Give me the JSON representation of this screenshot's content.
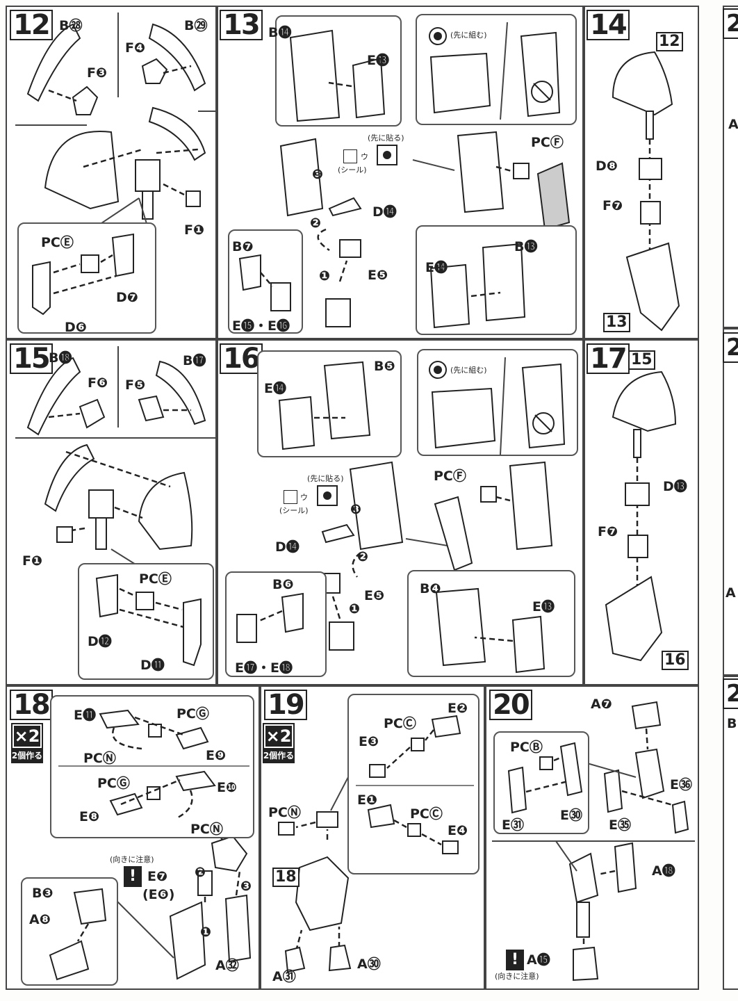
{
  "steps": {
    "s12": {
      "number": "12",
      "labels": {
        "b28": "B㉘",
        "b29": "B㉙",
        "f4": "F❹",
        "f3": "F❸",
        "f1": "F❶",
        "pce": "PCⒺ",
        "d7": "D❼",
        "d6": "D❻"
      }
    },
    "s13": {
      "number": "13",
      "labels": {
        "b14": "B⓮",
        "e13": "E⓭",
        "pcf": "PCⒻ",
        "d14": "D⓮",
        "b7": "B❼",
        "e5": "E❺",
        "e15e16": "E⓯・E⓰",
        "b13": "B⓭",
        "e14": "E⓮"
      },
      "notes": {
        "first_assemble": "(先に組む)",
        "first_stick": "(先に貼る)",
        "seal": "(シール)",
        "seal_letter": "ウ"
      },
      "order": {
        "n1": "❶",
        "n2": "❷",
        "n3": "❸"
      }
    },
    "s14": {
      "number": "14",
      "labels": {
        "d8": "D❽",
        "f7": "F❼"
      },
      "refs": {
        "top": "12",
        "bottom": "13"
      }
    },
    "s15": {
      "number": "15",
      "labels": {
        "b18": "B⓲",
        "b17": "B⓱",
        "f6": "F❻",
        "f5": "F❺",
        "f1": "F❶",
        "pce": "PCⒺ",
        "d12": "D⓬",
        "d11": "D⓫"
      }
    },
    "s16": {
      "number": "16",
      "labels": {
        "e14": "E⓮",
        "b5": "B❺",
        "pcf": "PCⒻ",
        "d14": "D⓮",
        "b6": "B❻",
        "e5": "E❺",
        "e17e18": "E⓱・E⓲",
        "b4": "B❹",
        "e13": "E⓭"
      },
      "notes": {
        "first_assemble": "(先に組む)",
        "first_stick": "(先に貼る)",
        "seal": "(シール)",
        "seal_letter": "ウ"
      },
      "order": {
        "n1": "❶",
        "n2": "❷",
        "n3": "❸"
      }
    },
    "s17": {
      "number": "17",
      "labels": {
        "d13": "D⓭",
        "f7": "F❼"
      },
      "refs": {
        "top": "15",
        "bottom": "16"
      }
    },
    "s18": {
      "number": "18",
      "multiplier": "×2",
      "make_two": "2個作る",
      "labels": {
        "e11": "E⓫",
        "pcg1": "PCⒼ",
        "pcn1": "PCⓃ",
        "e9": "E❾",
        "pcg2": "PCⒼ",
        "e10": "E❿",
        "e8": "E❽",
        "pcn2": "PCⓃ",
        "e7": "E❼",
        "e6": "(E❻)",
        "b3": "B❸",
        "a8": "A❽",
        "a32": "A㉜"
      },
      "notes": {
        "orientation": "(向きに注意)"
      },
      "order": {
        "n1": "❶",
        "n2": "❷",
        "n3": "❸"
      }
    },
    "s19": {
      "number": "19",
      "multiplier": "×2",
      "make_two": "2個作る",
      "labels": {
        "pcc1": "PCⒸ",
        "e2": "E❷",
        "e3": "E❸",
        "e1": "E❶",
        "pcc2": "PCⒸ",
        "e4": "E❹",
        "pcn": "PCⓃ",
        "a31": "A㉛",
        "a30": "A㉚"
      },
      "refs": {
        "base": "18"
      }
    },
    "s20": {
      "number": "20",
      "labels": {
        "a7": "A❼",
        "pcb": "PCⒷ",
        "e31": "E㉛",
        "e30": "E㉚",
        "e36": "E㊱",
        "e35": "E㉟",
        "a18": "A⓲",
        "a15": "A⓯"
      },
      "notes": {
        "orientation": "(向きに注意)"
      }
    }
  },
  "edge": {
    "top": "2",
    "mid1": "2",
    "mid2": "2",
    "letter_a1": "A",
    "letter_a2": "A",
    "letter_b": "B"
  }
}
